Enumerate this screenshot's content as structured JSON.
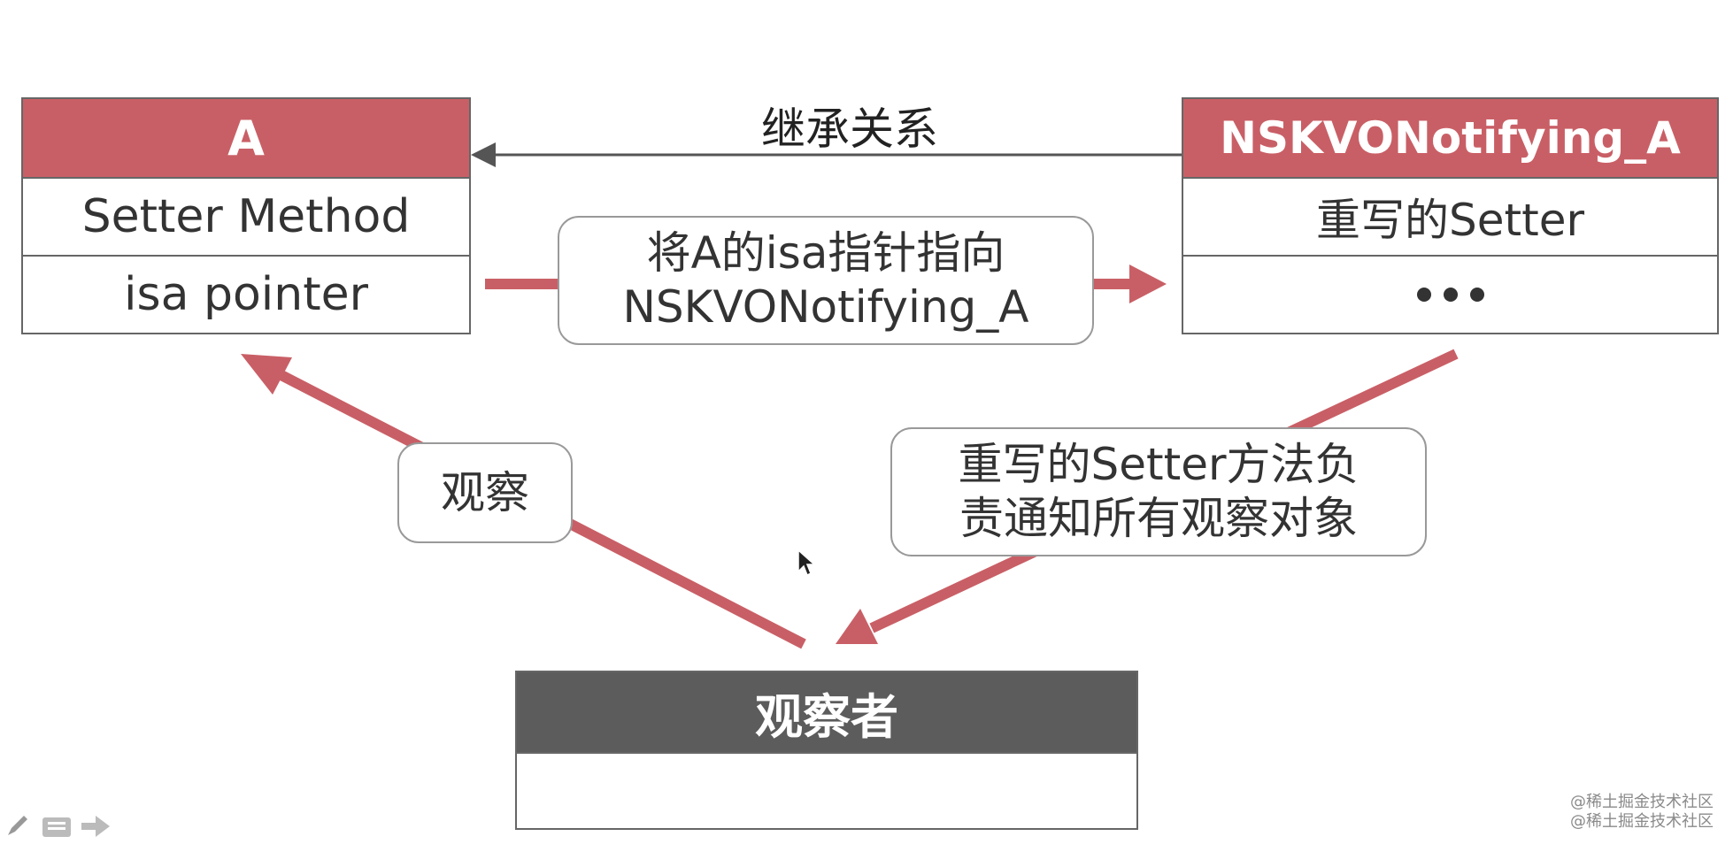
{
  "diagram": {
    "box_a": {
      "title": "A",
      "rows": [
        "Setter Method",
        "isa pointer"
      ]
    },
    "box_kvo": {
      "title": "NSKVONotifying_A",
      "rows": [
        "重写的Setter"
      ],
      "ellipsis_icon": "ellipsis-icon"
    },
    "box_observer": {
      "title": "观察者"
    },
    "labels": {
      "inherit": "继承关系",
      "isa_line1": "将A的isa指针指向",
      "isa_line2": "NSKVONotifying_A",
      "observe": "观察",
      "notify_line1": "重写的Setter方法负",
      "notify_line2": "责通知所有观察对象"
    },
    "colors": {
      "header_red": "#c95f66",
      "header_dark": "#5c5c5c",
      "arrow_red": "#c95f66",
      "arrow_gray": "#555555"
    }
  },
  "toolbar": {
    "icons": [
      "pen-icon",
      "menu-icon",
      "next-arrow-icon"
    ]
  },
  "watermark": {
    "line1": "@稀土掘金技术社区",
    "line2": "@稀土掘金技术社区"
  }
}
